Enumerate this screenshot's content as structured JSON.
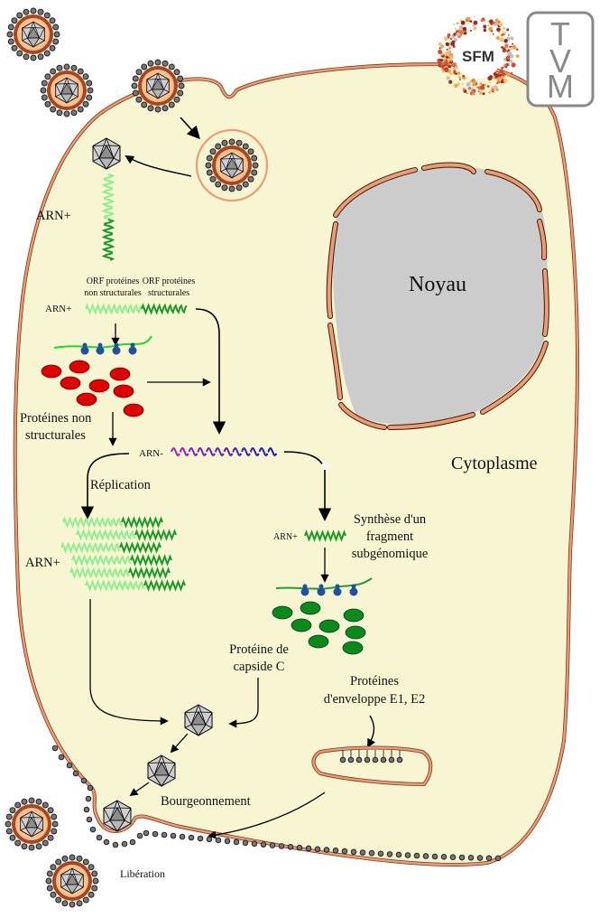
{
  "diagram": {
    "title_labels": {
      "nucleus": "Noyau",
      "cytoplasm": "Cytoplasme"
    },
    "logos": {
      "sfm": "SFM",
      "tvm_letters": [
        "T",
        "V",
        "M"
      ]
    },
    "steps": {
      "arn_plus_top": "ARN+",
      "orf_nonstructural": [
        "ORF protéines",
        "non structurales"
      ],
      "orf_structural": [
        "ORF protéines",
        "structurales"
      ],
      "arn_plus_genome": "ARN+",
      "nonstructural_proteins": [
        "Protéines non",
        "structurales"
      ],
      "arn_minus": "ARN-",
      "replication": "Réplication",
      "arn_plus_replicated": "ARN+",
      "arn_plus_subgenomic": "ARN+",
      "subgenomic_synthesis": [
        "Synthèse d'un",
        "fragment",
        "subgénomique"
      ],
      "capsid_protein": [
        "Protéine de",
        "capside C"
      ],
      "envelope_proteins": [
        "Protéines",
        "d'enveloppe E1, E2"
      ],
      "budding": "Bourgeonnement",
      "release": "Libération"
    },
    "colors": {
      "cytoplasm": "#f8f6d2",
      "membrane": "#ee9a72",
      "membrane_dark": "#7a3a20",
      "virion_envelope": "#a8461c",
      "virion_inner": "#fbc08e",
      "nucleus": "#cccccc",
      "rna_light": "#90ee90",
      "rna_dark": "#1a9a2a",
      "rna_minus_start": "#a020c0",
      "rna_minus_end": "#1a1ab0",
      "nonstructural_protein": "#e00000",
      "structural_protein": "#0a8a1a",
      "ribosome": "#2050a0",
      "logo_gray": "#8a8a8a"
    }
  }
}
